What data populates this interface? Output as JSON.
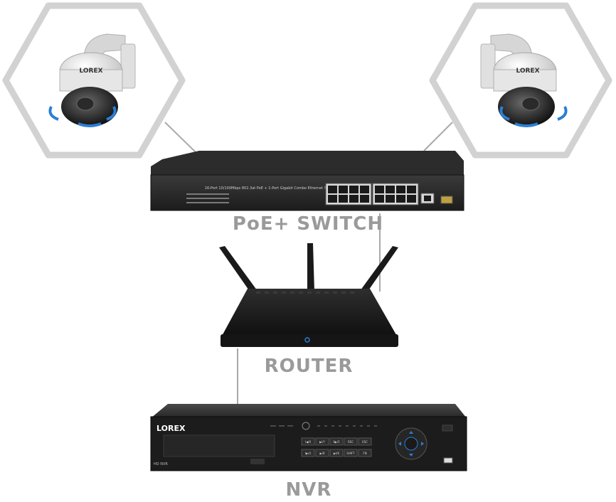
{
  "diagram": {
    "switch_label": "PoE+ SWITCH",
    "router_label": "ROUTER",
    "nvr_label": "NVR",
    "switch_front_text": "16-Port 10/100Mbps 802.3at PoE + 1-Port Gigabit Combo Ethernet Switch",
    "camera_brand": "LOREX",
    "nvr_brand": "LOREX",
    "nvr_model_text": "HD NVR",
    "nvr_button_labels": [
      "I◀/II",
      "▶I/?",
      "II▶/5",
      "REC",
      "ESC",
      "I▶/4",
      "▶/8",
      "▶I/6",
      "SHIFT",
      "FN"
    ]
  },
  "colors": {
    "hexagon_stroke": "#d0d0d0",
    "connector_line": "#a9a9a9",
    "label_text": "#9a9a9a",
    "device_body": "#1e1e1e",
    "accent_blue": "#2a7fd4"
  }
}
